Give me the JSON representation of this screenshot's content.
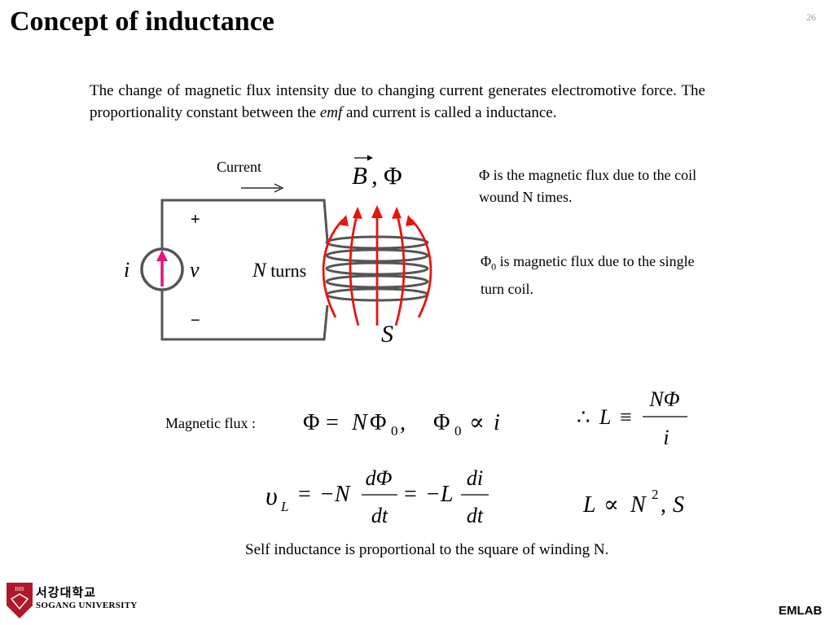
{
  "slide": {
    "title": "Concept of inductance",
    "page_number": "26",
    "intro_part1": "The change of magnetic flux intensity due to changing current generates electromotive force. The proportionality constant between the ",
    "intro_emf": "emf",
    "intro_part2": " and current is called a inductance.",
    "note_phi_symbol": "Φ",
    "note_phi_text": " is the magnetic flux due to the coil wound N times.",
    "note_phi0_symbol": "Φ",
    "note_phi0_sub": "0",
    "note_phi0_text": " is magnetic flux due to the single turn coil.",
    "flux_label": "Magnetic flux :",
    "conclusion": "Self inductance is proportional to the square of winding N.",
    "footer_lab": "EMLAB"
  },
  "circuit": {
    "current_label": "Current",
    "source_current": "i",
    "voltage": "v",
    "plus": "+",
    "minus": "−",
    "turns_n": "N",
    "turns_word": " turns",
    "field_label": "B",
    "field_sep": ",",
    "field_phi": "Φ",
    "area_label": "S"
  },
  "equations": {
    "eq1_phi": "Φ",
    "eq1_eq": "=",
    "eq1_n": "N",
    "eq1_phi0": "Φ",
    "eq1_sub0": "0",
    "eq1_comma": ",",
    "eq1_phi0b": "Φ",
    "eq1_sub0b": "0",
    "eq1_prop": "∝",
    "eq1_i": "i",
    "eq2_therefore": "∴",
    "eq2_l": "L",
    "eq2_equiv": "≡",
    "eq2_num": "NΦ",
    "eq2_den": "i",
    "eq3_v": "υ",
    "eq3_sub": "L",
    "eq3_eq1": "=",
    "eq3_minus_n": "−N",
    "eq3_frac1_num": "dΦ",
    "eq3_frac1_den": "dt",
    "eq3_eq2": "=",
    "eq3_minus_l": "−L",
    "eq3_frac2_num": "di",
    "eq3_frac2_den": "dt",
    "eq4_l": "L",
    "eq4_prop": "∝",
    "eq4_n": "N",
    "eq4_exp": "2",
    "eq4_comma": ",",
    "eq4_s": "S"
  },
  "logo": {
    "name_korean": "서강대학교",
    "name_english": "SOGANG UNIVERSITY",
    "seal_text": "IHS"
  },
  "colors": {
    "arrow_red": "#e8140c",
    "source_arrow": "#e0167a",
    "wire": "#555555",
    "logo_red": "#b0182a"
  }
}
